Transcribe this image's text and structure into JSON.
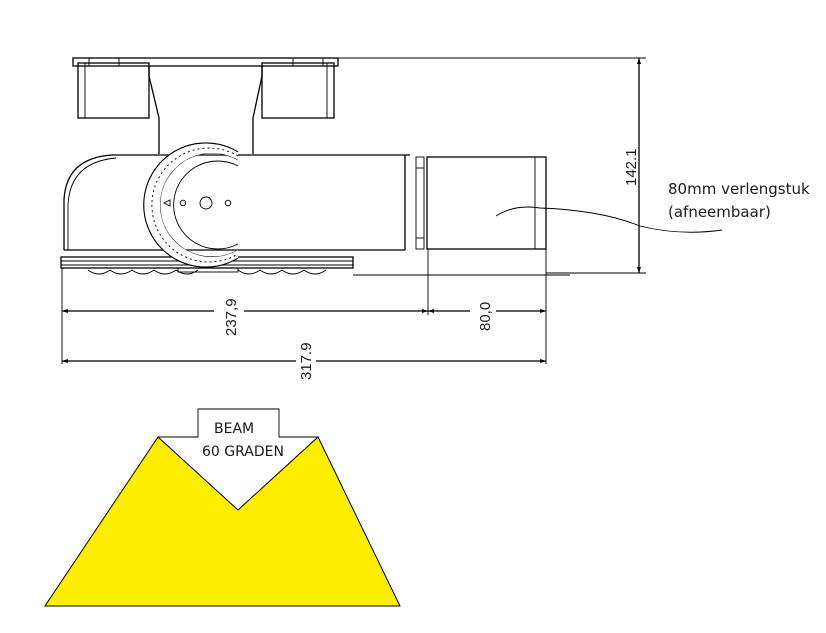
{
  "drawing": {
    "type": "technical-drawing",
    "subject": "lamp fixture side view with removable extension",
    "annotation": {
      "line1": "80mm verlengstuk",
      "line2": "(afneembaar)"
    },
    "dimensions": {
      "height": "142.1",
      "main_length": "237,9",
      "extension_length": "80,0",
      "total_length": "317.9"
    },
    "beam": {
      "label_line1": "BEAM",
      "label_line2": "60 GRADEN",
      "fill_color": "#FFEE00",
      "outline_color": "#000000"
    },
    "colors": {
      "line": "#000000",
      "background": "#FFFFFF"
    }
  }
}
